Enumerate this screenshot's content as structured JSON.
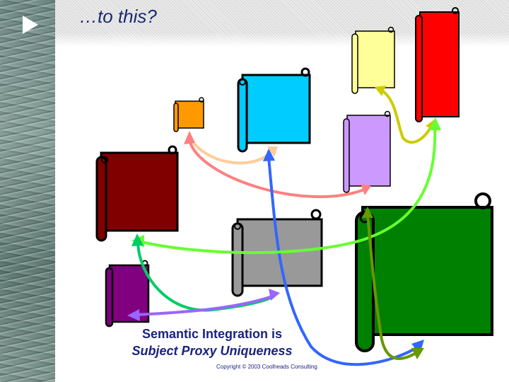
{
  "title": "…to this?",
  "caption": {
    "line1": "Semantic Integration is",
    "line2": "Subject Proxy Uniqueness"
  },
  "copyright": "Copyright © 2003 Coolheads Consulting",
  "scrolls": [
    {
      "id": "orange",
      "color": "#ff9900"
    },
    {
      "id": "cyan",
      "color": "#00ccff"
    },
    {
      "id": "pale-yellow",
      "color": "#ffff99"
    },
    {
      "id": "red",
      "color": "#ff0000"
    },
    {
      "id": "lavender",
      "color": "#cc99ff"
    },
    {
      "id": "maroon",
      "color": "#800000"
    },
    {
      "id": "gray",
      "color": "#999999"
    },
    {
      "id": "green",
      "color": "#008000"
    },
    {
      "id": "purple",
      "color": "#800080"
    }
  ],
  "arrows": [
    {
      "id": "peach",
      "color": "#ffcc99"
    },
    {
      "id": "pink",
      "color": "#ff8080"
    },
    {
      "id": "blue",
      "color": "#3366ff"
    },
    {
      "id": "olive-yellow",
      "color": "#cccc00"
    },
    {
      "id": "light-green",
      "color": "#66ff33"
    },
    {
      "id": "sea-green",
      "color": "#00cc66"
    },
    {
      "id": "violet",
      "color": "#9966ff"
    },
    {
      "id": "olive",
      "color": "#669900"
    }
  ]
}
